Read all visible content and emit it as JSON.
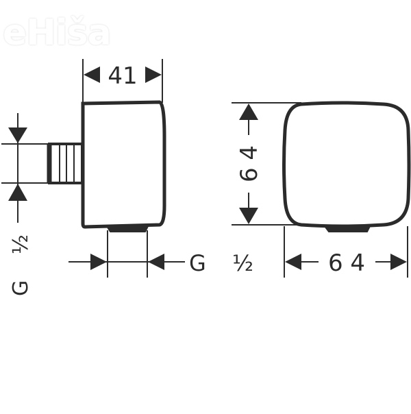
{
  "watermark": {
    "text": "eHiša"
  },
  "colors": {
    "line": "#2b2b2b",
    "background": "#ffffff"
  },
  "side_view": {
    "width_dim": "41",
    "thread_dim_left": "G ½",
    "outlet_dim_bottom": "G ½"
  },
  "front_view": {
    "height_dim": "6 4",
    "width_dim": "6 4"
  }
}
